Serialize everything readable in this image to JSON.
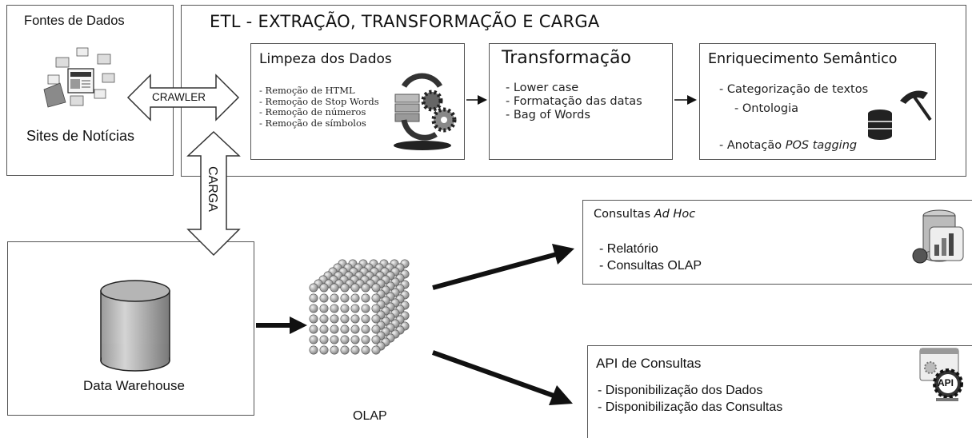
{
  "sources": {
    "title": "Fontes de Dados",
    "subtitle": "Sites de Notícias"
  },
  "etl": {
    "title": "ETL - EXTRAÇÃO, TRANSFORMAÇÃO E CARGA",
    "crawler_label": "CRAWLER",
    "carga_label": "CARGA",
    "cleaning": {
      "title": "Limpeza dos Dados",
      "items": [
        "- Remoção de HTML",
        "- Remoção de Stop Words",
        "- Remoção de números",
        "- Remoção de símbolos"
      ]
    },
    "transformation": {
      "title": "Transformação",
      "items": [
        "- Lower case",
        "- Formatação das datas",
        "- Bag of Words"
      ]
    },
    "enrichment": {
      "title": "Enriquecimento Semântico",
      "item1": "- Categorização de textos",
      "item2": "- Ontologia",
      "item3_prefix": "- Anotação ",
      "item3_em": "POS tagging"
    }
  },
  "warehouse": {
    "label": "Data Warehouse"
  },
  "olap": {
    "label": "OLAP"
  },
  "adhoc": {
    "title_prefix": "Consultas ",
    "title_em": "Ad Hoc",
    "items": [
      "- Relatório",
      "- Consultas OLAP"
    ]
  },
  "api": {
    "title": "API de Consultas",
    "icon_text": "API",
    "items": [
      "- Disponibilização dos Dados",
      "- Disponibilização das Consultas"
    ]
  }
}
